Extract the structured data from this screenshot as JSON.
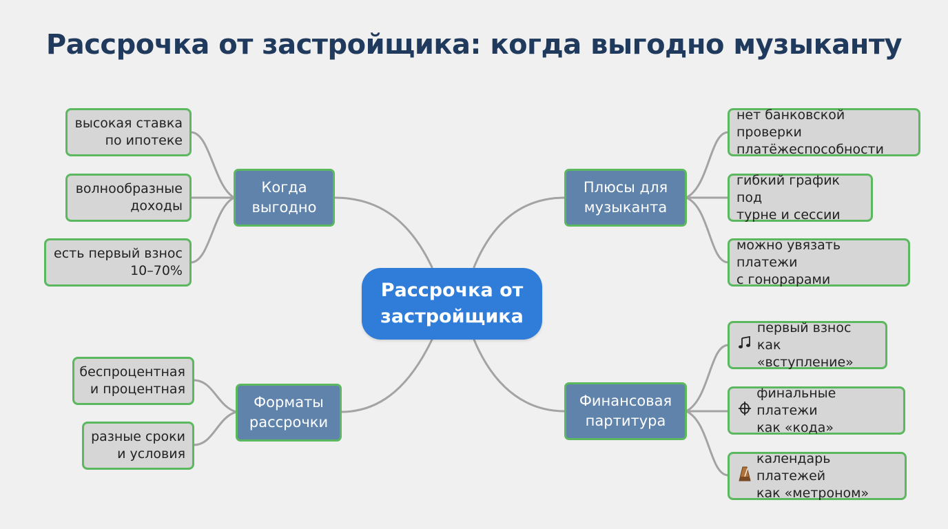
{
  "title": "Рассрочка от застройщика: когда выгодно музыканту",
  "center": "Рассрочка от\nзастройщика",
  "branches": {
    "when": {
      "label": "Когда\nвыгодно",
      "leaves": [
        "высокая ставка\nпо ипотеке",
        "волнообразные\nдоходы",
        "есть первый взнос\n10–70%"
      ]
    },
    "formats": {
      "label": "Форматы\nрассрочки",
      "leaves": [
        "беспроцентная\nи процентная",
        "разные сроки\nи условия"
      ]
    },
    "pros": {
      "label": "Плюсы для\nмузыканта",
      "leaves": [
        "нет банковской проверки\nплатёжеспособности",
        "гибкий график под\nтурне и сессии",
        "можно увязать платежи\nс гонорарами"
      ]
    },
    "score": {
      "label": "Финансовая\nпартитура",
      "leaves": [
        {
          "icon": "music-note-icon",
          "text": "первый взнос как\n«вступление»"
        },
        {
          "icon": "coda-sign-icon",
          "text": "финальные платежи\nкак «кода»"
        },
        {
          "icon": "metronome-icon",
          "text": "календарь платежей\nкак «метроном»"
        }
      ]
    }
  },
  "colors": {
    "background": "#f0f0f0",
    "title": "#1f3a5c",
    "center": "#2f7cd9",
    "branch": "#5f83ab",
    "leaf": "#d6d6d6",
    "border": "#5cb85f",
    "connector": "#a3a3a3"
  }
}
